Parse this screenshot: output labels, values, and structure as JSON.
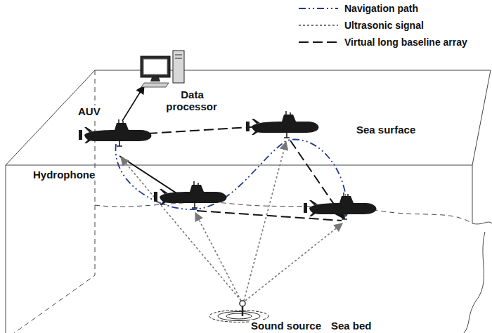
{
  "diagram": {
    "labels": [
      "AUV",
      "Data processor",
      "Sea surface",
      "Hydrophone",
      "Sound source",
      "Sea bed"
    ],
    "legend": [
      {
        "text": "Navigation path"
      },
      {
        "text": "Ultrasonic signal"
      },
      {
        "text": "Virtual long baseline array"
      }
    ]
  }
}
